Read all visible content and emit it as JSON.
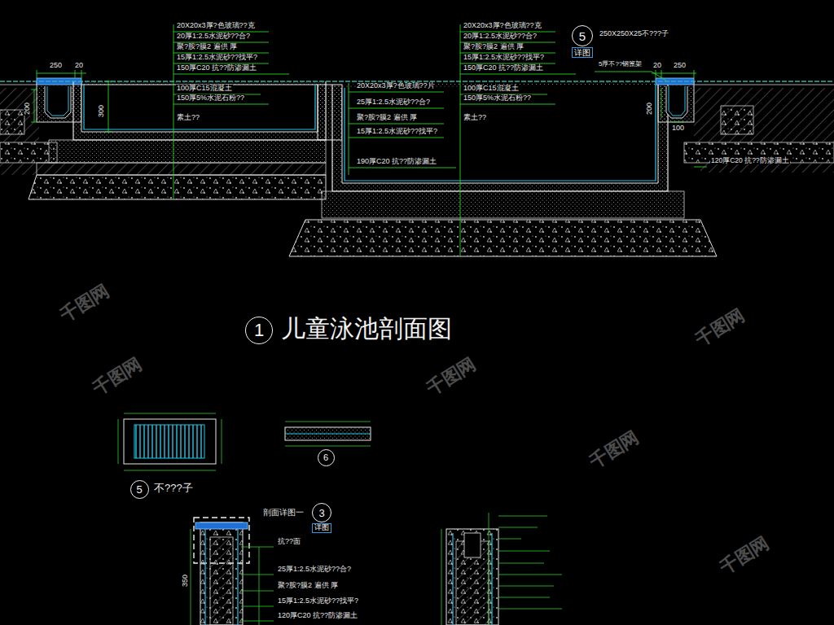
{
  "diagram": {
    "title": "儿童泳池剖面图",
    "nodes": [
      {
        "text": [
          "1"
        ]
      },
      {
        "text": [
          "5",
          "详图"
        ]
      },
      {
        "text": [
          "5"
        ]
      },
      {
        "text": [
          "6"
        ]
      },
      {
        "text": [
          "3",
          "详图"
        ]
      }
    ],
    "labels": [
      "250",
      "20",
      "200",
      "300",
      "20X20x3厚?色玻璃??克",
      "20厚1:2.5水泥砂??合?",
      "聚?胺?膜2  遍供  厚",
      "15厚1:2.5水泥砂??找平?",
      "150厚C20   抗??防渗漏土",
      "100厚C15混凝土",
      "150厚5%水泥石粉??",
      "素土??",
      "20X20x3厚?色玻璃??片",
      "25厚1:2.5水泥砂??合?",
      "聚?胺?膜2  遍供   厚",
      "15厚1:2.5水泥砂??找平?",
      "190厚C20    抗??防渗漏土",
      "20X20x3厚?色玻璃??克",
      "20厚1:2.5水泥砂??合?",
      "聚?胺?膜2  遍供  厚",
      "15厚1:2.5水泥砂??找平?",
      "150厚C20    抗??防渗漏土",
      "100厚C15混凝土",
      "150厚5%水泥石粉??",
      "素土??",
      "250X250X25不???子",
      "5厚不??钢篦架",
      "20",
      "250",
      "200",
      "100",
      "120厚C20    抗??防渗漏土",
      "不???子",
      "剖面详图一",
      "抗??面",
      "25厚1:2.5水泥砂??合?",
      "聚?胺?膜2  遍供   厚",
      "15厚1:2.5水泥砂??找平?",
      "120厚C20    抗??防渗漏土",
      "350",
      "千图网",
      "千图网",
      "千图网",
      "千图网",
      "千图网",
      "千图网"
    ]
  }
}
